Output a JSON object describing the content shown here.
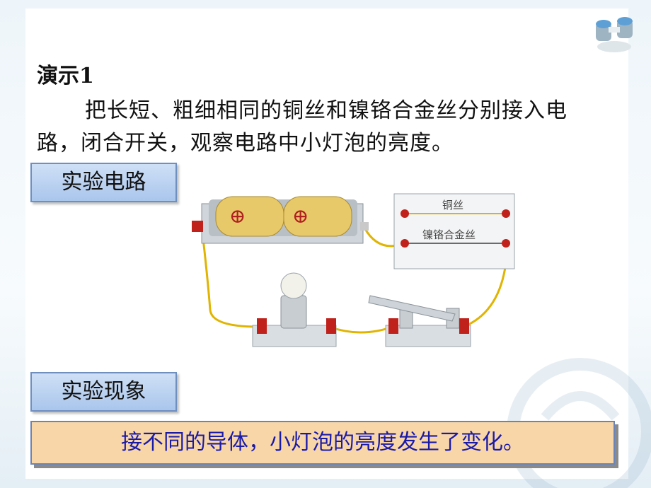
{
  "demo_title": "演示1",
  "demo_text": "把长短、粗细相同的铜丝和镍铬合金丝分别接入电路，闭合开关，观察电路中小灯泡的亮度。",
  "section_circuit": "实验电路",
  "section_phenomenon": "实验现象",
  "result_text": "接不同的导体，小灯泡的亮度发生了变化。",
  "circuit_labels": {
    "copper": "铜丝",
    "nichrome": "镍铬合金丝",
    "battery_symbol": "⊕"
  }
}
